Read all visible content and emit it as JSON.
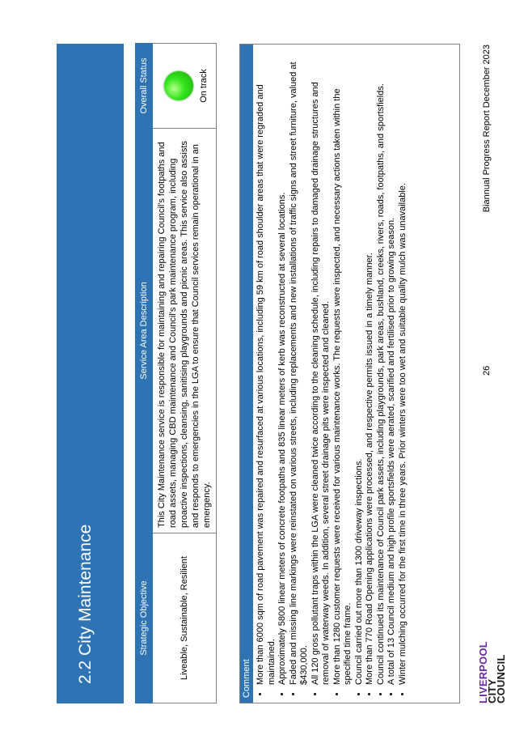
{
  "section": {
    "title": "2.2 City Maintenance"
  },
  "service_table": {
    "headers": [
      "Strategic Objective",
      "Service Area Description",
      "Overall Status"
    ],
    "objective": "Liveable, Sustainable, Resilient",
    "description": "This City Maintenance service is responsible for maintaining and repairing Council's footpaths and road assets, managing CBD maintenance and Council's park maintenance program, including proactive inspections, cleansing, sanitising playgrounds and picnic areas. This service also assists and responds to emergencies in the LGA to ensure that Council services remain operational in an emergency.",
    "status": "On track",
    "status_color": "#33d41c",
    "header_color": "#2e74b5"
  },
  "comment": {
    "heading": "Comment",
    "items": [
      "More than 6000 sqm of road pavement was repaired and resurfaced at various locations, including 59 km of road shoulder areas that were regraded and maintained.",
      "Approximately 5800 linear meters of concrete footpaths and 835 linear meters of kerb was reconstructed at several locations.",
      "Faded and missing line markings were reinstated on various streets, including replacements and new installations of traffic signs and street furniture, valued at $430,000.",
      "All 120 gross pollutant traps within the LGA were cleaned twice according to the cleaning schedule, including repairs to damaged drainage structures and removal of waterway weeds. In addition, several street drainage pits were inspected and cleaned.",
      "More than 1280 customer requests were received for various maintenance works. The requests were inspected, and necessary actions taken within the specified time frame.",
      "Council carried out more than 1300 driveway inspections.",
      "More than 770 Road Opening applications were processed, and respective permits issued in a timely manner.",
      "Council continued its maintenance of Council park assets, including playgrounds, park areas, bushland, creeks, rivers, roads, footpaths, and sportsfields.",
      "A total of 13 Council medium and high profile sportsfields were aerated, scarified and fertilised prior to growing season.",
      "Winter mulching occurred for the first time in three years. Prior winters were too wet and suitable quality mulch was unavailable."
    ]
  },
  "footer": {
    "logo": {
      "line1": "LIVERPOOL",
      "line2": "CITY",
      "line3": "COUNCIL"
    },
    "page_number": "26",
    "report_title": "Biannual Progress Report December 2023"
  }
}
